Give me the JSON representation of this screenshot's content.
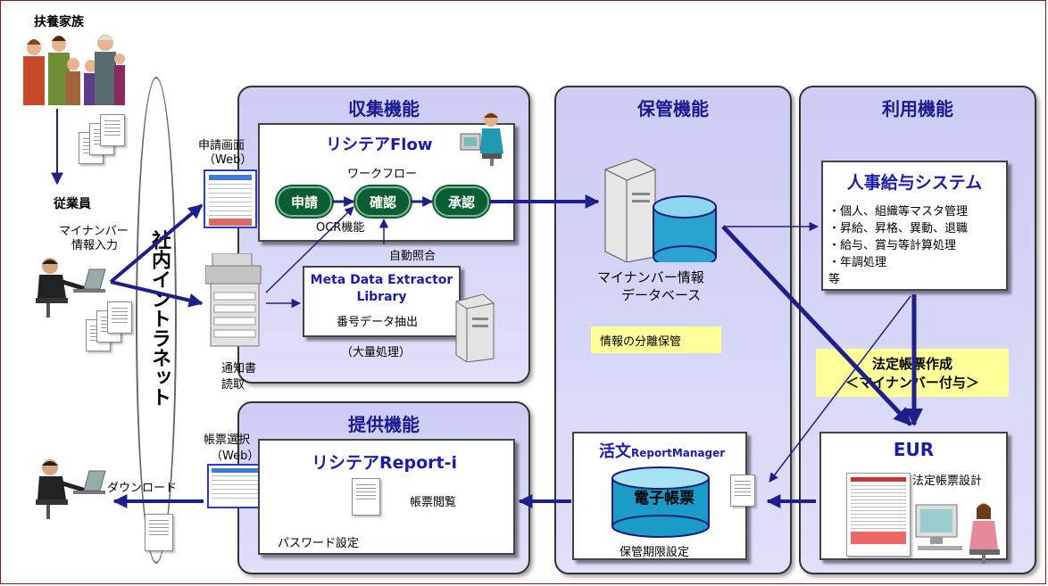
{
  "family": {
    "label": "扶養家族"
  },
  "employee": {
    "label": "従業員",
    "input_label": [
      "マイナンバー",
      "情報入力"
    ]
  },
  "intranet": {
    "label": "社内イントラネット"
  },
  "collect": {
    "title": "収集機能",
    "apply_screen": [
      "申請画面",
      "（Web）"
    ],
    "flow_title": "リシテアFlow",
    "workflow_label": "ワークフロー",
    "steps": [
      "申請",
      "確認",
      "承認"
    ],
    "ocr_label": "OCR機能",
    "auto_match": "自動照合",
    "notice_label": [
      "通知書",
      "読取"
    ],
    "mde_title": [
      "Meta Data Extractor",
      "Library"
    ],
    "mde_desc": [
      "番号データ抽出",
      "（大量処理）"
    ]
  },
  "storage": {
    "title": "保管機能",
    "db_label": [
      "マイナンバー情報",
      "データベース"
    ],
    "separation": "情報の分離保管",
    "katsubun_title": "活文",
    "katsubun_sub": "ReportManager",
    "e_form": "電子帳票",
    "retention": "保管期限設定"
  },
  "usage": {
    "title": "利用機能",
    "hr_title": "人事給与システム",
    "hr_items": [
      "・個人、組織等マスタ管理",
      "・昇給、昇格、異動、退職",
      "・給与、賞与等計算処理",
      "・年調処理",
      "等"
    ],
    "legal_form": [
      "法定帳票作成",
      "＜マイナンバー付与＞"
    ],
    "eur_title": "EUR",
    "eur_design": "法定帳票設計"
  },
  "provide": {
    "title": "提供機能",
    "form_select": [
      "帳票選択",
      "（Web）"
    ],
    "report_title": "リシテアReport-i",
    "form_view": "帳票閲覧",
    "password": "パスワード設定",
    "download": "ダウンロード"
  },
  "colors": {
    "arrow": "#1f1f8c",
    "panel": "#d4d4f6",
    "pill": "#0b5e33",
    "highlight": "#ffff99",
    "frame": "#8b1a1a"
  }
}
